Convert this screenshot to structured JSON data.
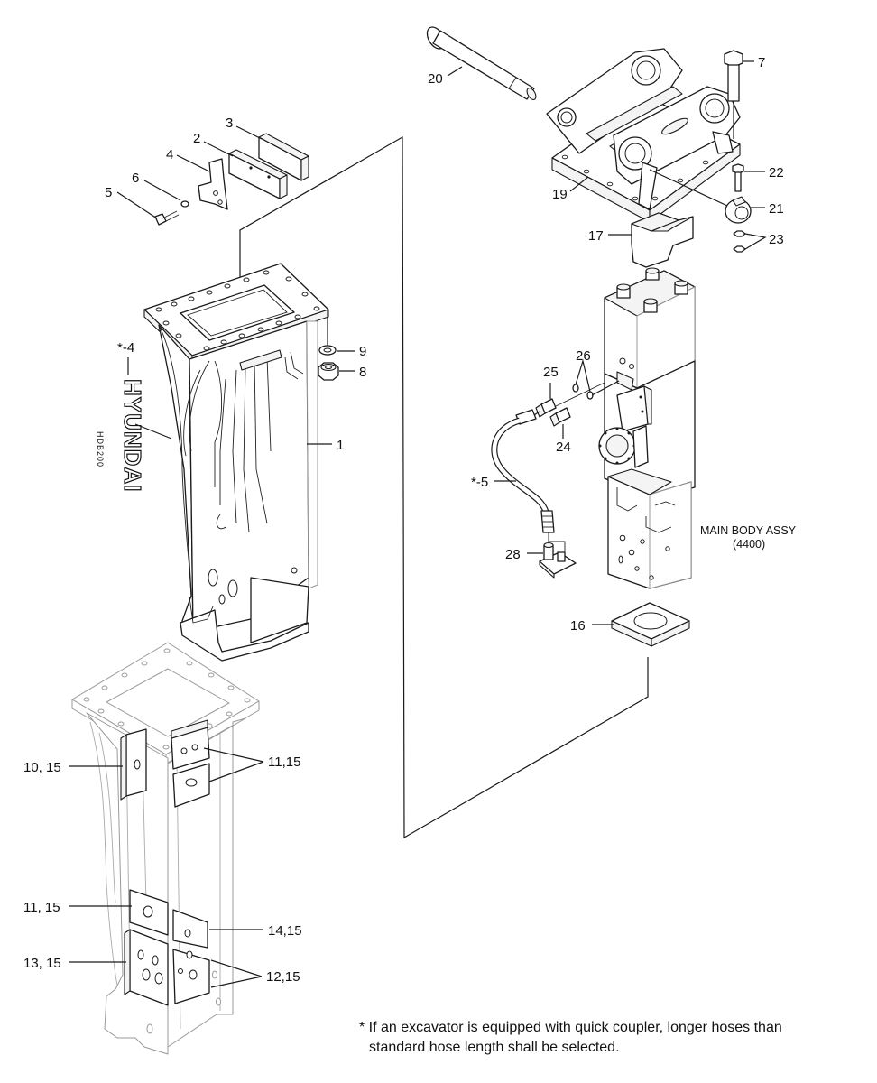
{
  "callouts": {
    "c1": "1",
    "c2": "2",
    "c3": "3",
    "c4": "4",
    "c4s": "*-4",
    "c5": "5",
    "c5s": "*-5",
    "c6": "6",
    "c7": "7",
    "c8": "8",
    "c9": "9",
    "c16": "16",
    "c17": "17",
    "c19": "19",
    "c20": "20",
    "c21": "21",
    "c22": "22",
    "c23": "23",
    "c24": "24",
    "c25": "25",
    "c26": "26",
    "c28": "28",
    "c10_15": "10, 15",
    "c11_15a": "11,15",
    "c11_15b": "11, 15",
    "c13_15": "13, 15",
    "c14_15": "14,15",
    "c12_15": "12,15"
  },
  "main_body": {
    "line1": "MAIN BODY ASSY",
    "line2": "(4400)"
  },
  "decal": {
    "brand": "HYUNDAI",
    "model": "HDB200"
  },
  "footnote": {
    "line1": "* If an excavator is equipped with quick coupler, longer hoses than",
    "line2": "standard hose length shall be selected."
  }
}
